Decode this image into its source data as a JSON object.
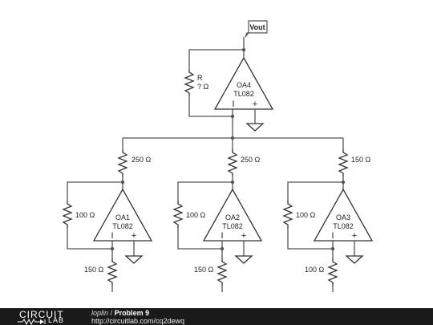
{
  "circuit": {
    "output_label": "Vout",
    "opamps": {
      "oa4": {
        "name": "OA4",
        "model": "TL082",
        "inv": "I",
        "noninv": "+"
      },
      "oa1": {
        "name": "OA1",
        "model": "TL082",
        "inv": "I",
        "noninv": "+"
      },
      "oa2": {
        "name": "OA2",
        "model": "TL082",
        "inv": "I",
        "noninv": "+"
      },
      "oa3": {
        "name": "OA3",
        "model": "TL082",
        "inv": "I",
        "noninv": "+"
      }
    },
    "resistors": {
      "r_feedback": {
        "name": "R",
        "value": "? Ω"
      },
      "r_in1": {
        "value": "250 Ω"
      },
      "r_in2": {
        "value": "250 Ω"
      },
      "r_in3": {
        "value": "150 Ω"
      },
      "r_fb1": {
        "value": "100 Ω"
      },
      "r_fb2": {
        "value": "100 Ω"
      },
      "r_fb3": {
        "value": "100 Ω"
      },
      "r_gnd1": {
        "value": "150 Ω"
      },
      "r_gnd2": {
        "value": "150 Ω"
      },
      "r_gnd3": {
        "value": "100 Ω"
      }
    }
  },
  "footer": {
    "logo_top": "CIRCUIT",
    "logo_bottom": "LAB",
    "author": "loplin",
    "separator": "/",
    "title": "Problem 9",
    "url": "http://circuitlab.com/cq2dewq"
  }
}
